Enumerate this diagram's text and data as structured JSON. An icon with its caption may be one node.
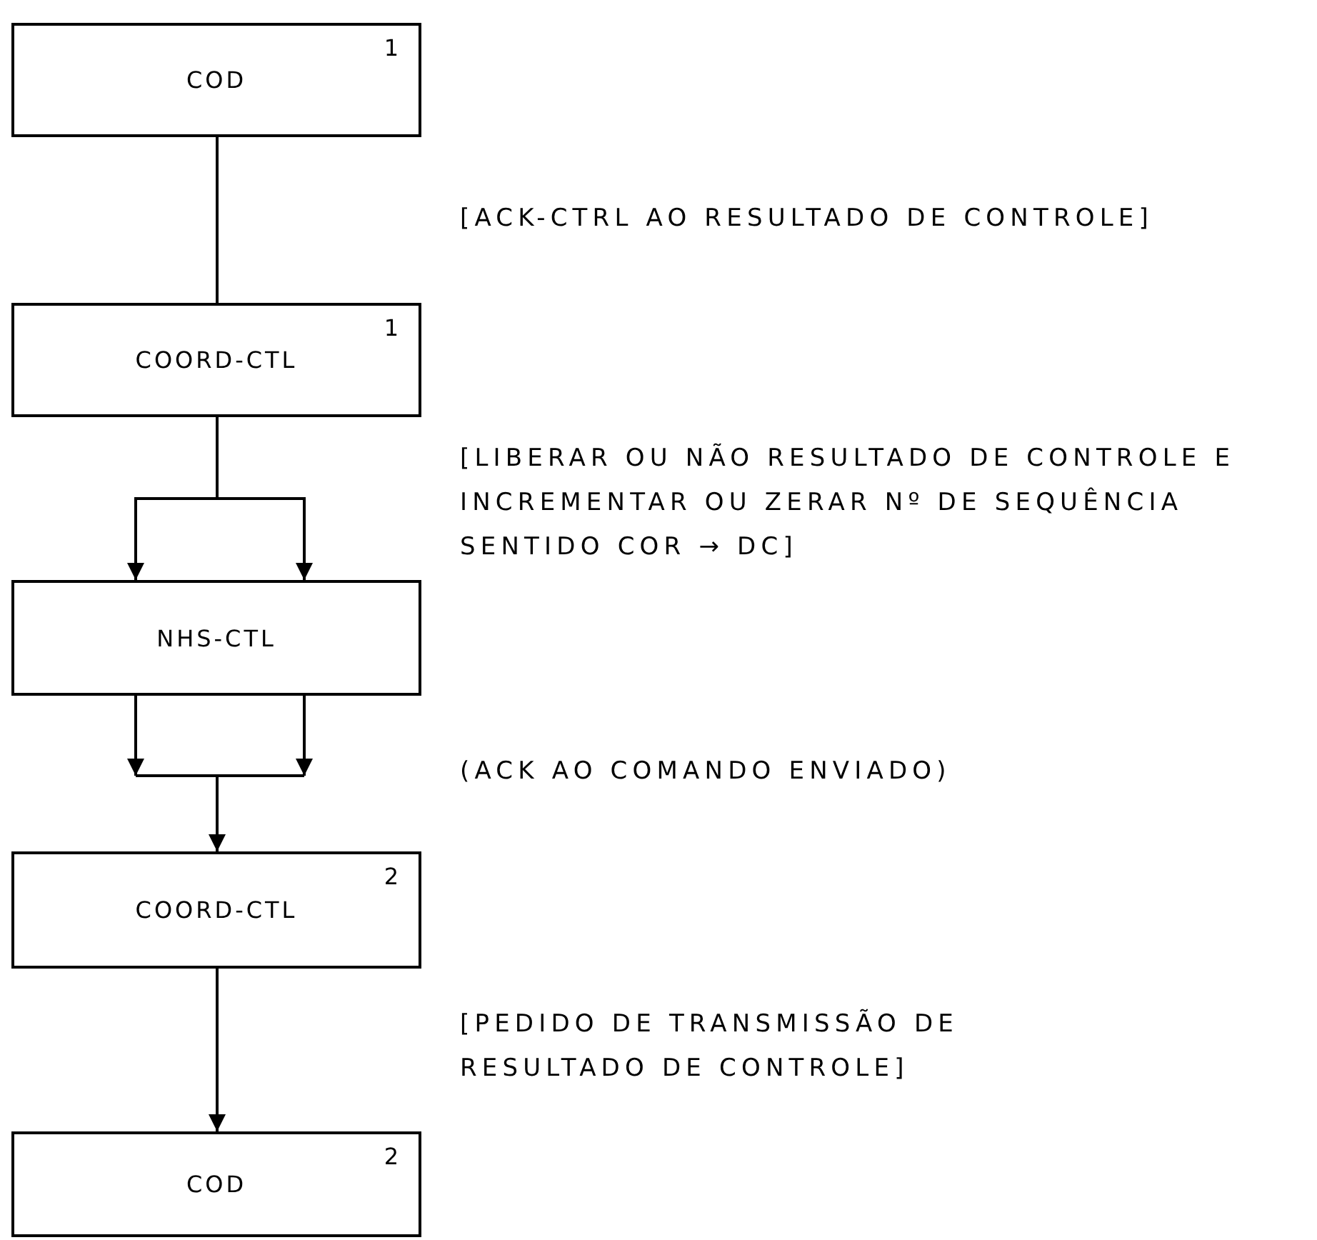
{
  "diagram": {
    "nodes": [
      {
        "text": [
          "COD",
          "1"
        ]
      },
      {
        "text": [
          "COORD-CTL",
          "1"
        ]
      },
      {
        "text": [
          "NHS-CTL"
        ]
      },
      {
        "text": [
          "COORD-CTL",
          "2"
        ]
      },
      {
        "text": [
          "COD",
          "2"
        ]
      }
    ],
    "edges": [
      {
        "from": 0,
        "to": 1,
        "arrow": "none"
      },
      {
        "from": 1,
        "to": 2,
        "arrow": "to"
      },
      {
        "from": 2,
        "to": 3,
        "arrow": "to"
      },
      {
        "from": 3,
        "to": 4,
        "arrow": "to"
      }
    ],
    "labels": [
      "[ACK-CTRL AO RESULTADO DE CONTROLE]",
      "[LIBERAR OU NÃO RESULTADO DE CONTROLE E INCREMENTAR OU ZERAR Nº DE SEQUÊNCIA SENTIDO COR → DC]",
      "(ACK AO COMANDO ENVIADO)",
      "[PEDIDO DE TRANSMISSÃO DE RESULTADO DE CONTROLE]"
    ]
  }
}
